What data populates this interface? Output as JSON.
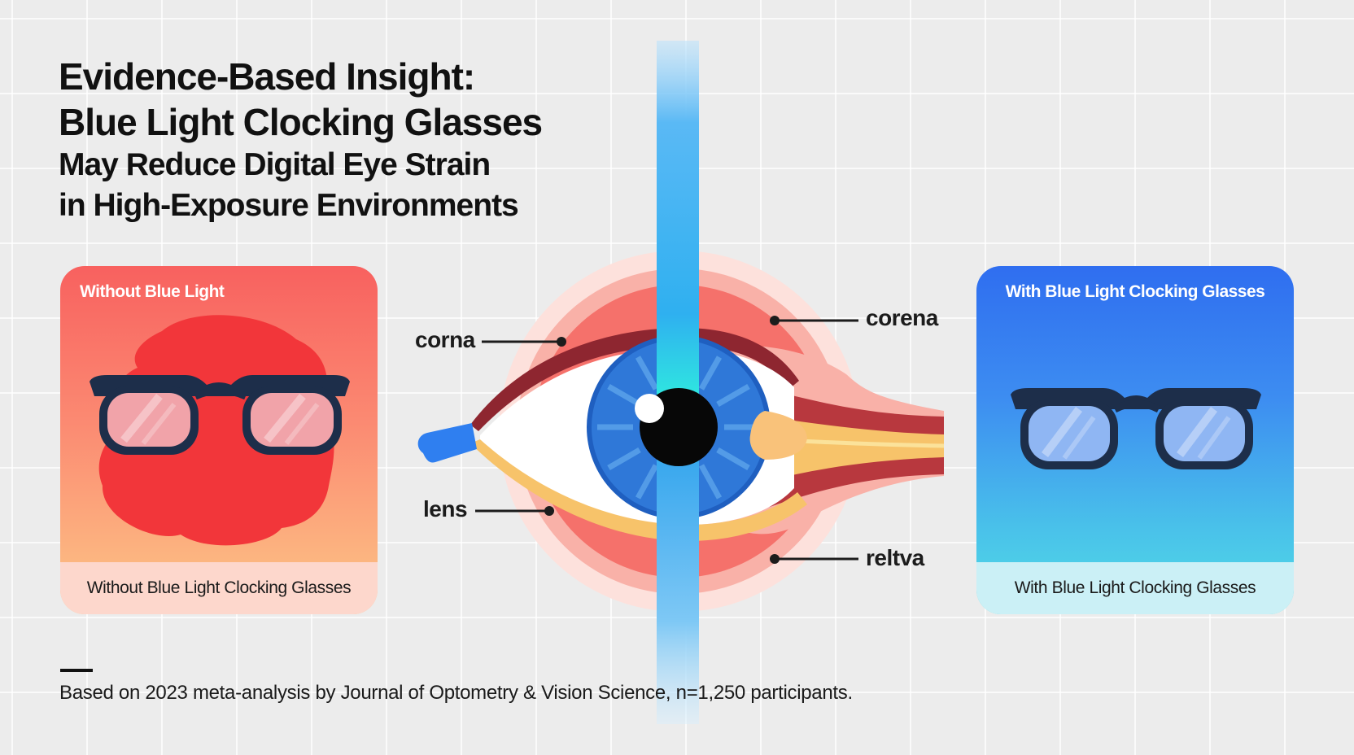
{
  "title": {
    "line1": "Evidence-Based Insight:",
    "line2": "Blue Light Clocking Glasses",
    "line3": "May Reduce Digital Eye Strain",
    "line4": "in High-Exposure Environments"
  },
  "left_card": {
    "label": "Without Blue Light",
    "footer": "Without Blue Light Clocking Glasses",
    "icon": "glasses-icon",
    "accent_color": "#f8615f"
  },
  "right_card": {
    "label": "With Blue Light Clocking Glasses",
    "footer": "With Blue Light Clocking Glasses",
    "icon": "glasses-icon",
    "accent_color": "#2f6ef0"
  },
  "eye_diagram": {
    "labels": {
      "corna": "corna",
      "lens": "lens",
      "corena": "corena",
      "reltva": "reltva"
    },
    "colors": {
      "blue_beam": "#3aa6f2",
      "iris": "#2f78d8",
      "tissue": "#f5716b"
    }
  },
  "footer": {
    "note": "Based on 2023 meta-analysis by Journal of Optometry & Vision Science, n=1,250 participants."
  }
}
